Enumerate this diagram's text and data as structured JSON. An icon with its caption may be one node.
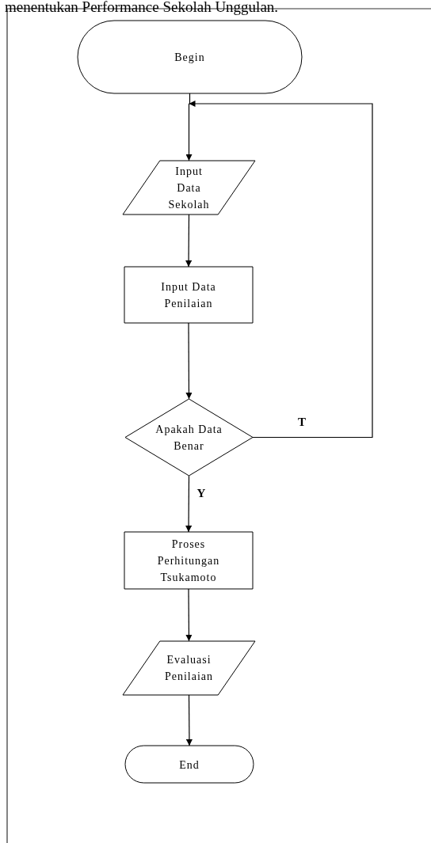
{
  "diagram": {
    "nodes": [
      {
        "text": [
          "Begin"
        ]
      },
      {
        "text": [
          "Input Data Sekolah"
        ]
      },
      {
        "text": [
          "Input Data Penilaian"
        ]
      },
      {
        "text": [
          "Apakah Data Benar"
        ]
      },
      {
        "text": [
          "Proses Perhitungan Tsukamoto"
        ]
      },
      {
        "text": [
          "Evaluasi Penilaian"
        ]
      },
      {
        "text": [
          "End"
        ]
      }
    ],
    "edges": [
      {
        "from": 0,
        "to": 1,
        "arrow": "to"
      },
      {
        "from": 1,
        "to": 2,
        "arrow": "to"
      },
      {
        "from": 2,
        "to": 3,
        "arrow": "to"
      },
      {
        "from": 3,
        "to": 4,
        "arrow": "to",
        "label": "Y"
      },
      {
        "from": 3,
        "to": 1,
        "arrow": "to",
        "label": "T"
      },
      {
        "from": 4,
        "to": 5,
        "arrow": "to"
      },
      {
        "from": 5,
        "to": 6,
        "arrow": "to"
      }
    ],
    "labels": [
      "menentukan Performance Sekolah Unggulan."
    ]
  }
}
